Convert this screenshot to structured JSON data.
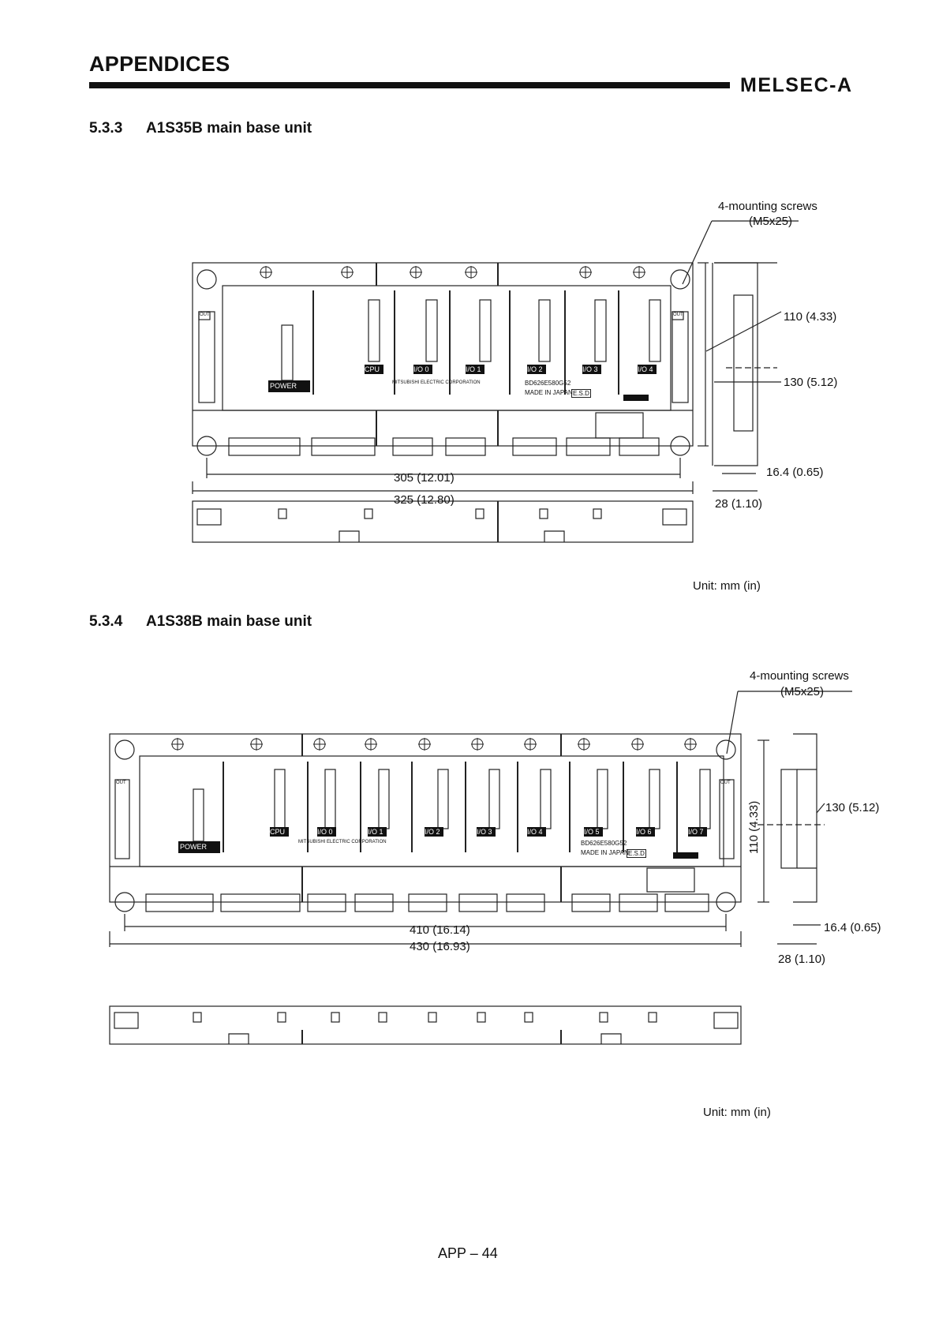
{
  "header": {
    "title": "APPENDICES",
    "brand": "MELSEC-A"
  },
  "sections": [
    {
      "number": "5.3.3",
      "title": "A1S35B main base unit",
      "callout_line1": "4-mounting screws",
      "callout_line2": "(M5x25)",
      "dim_inner_width": "305 (12.01)",
      "dim_outer_width": "325 (12.80)",
      "dim_height_inner": "110 (4.33)",
      "dim_height_outer": "130 (5.12)",
      "dim_depth_small": "16.4 (0.65)",
      "dim_depth": "28 (1.10)",
      "unit": "Unit: mm (in)",
      "labels": {
        "power": "POWER",
        "cpu": "CPU",
        "io0": "I/O 0",
        "io1": "I/O 1",
        "io2": "I/O 2",
        "io3": "I/O 3",
        "io4": "I/O 4",
        "maker": "MITSUBISHI ELECTRIC CORPORATION",
        "part": "BD626E580G52",
        "made": "MADE IN JAPAN",
        "esd": "E.S.D",
        "out_left": "OUT",
        "out_right": "OUT"
      }
    },
    {
      "number": "5.3.4",
      "title": "A1S38B main base unit",
      "callout_line1": "4-mounting screws",
      "callout_line2": "(M5x25)",
      "dim_inner_width": "410 (16.14)",
      "dim_outer_width": "430 (16.93)",
      "dim_height_inner": "110 (4.33)",
      "dim_height_outer": "130 (5.12)",
      "dim_depth_small": "16.4 (0.65)",
      "dim_depth": "28 (1.10)",
      "unit": "Unit: mm (in)",
      "labels": {
        "power": "POWER",
        "cpu": "CPU",
        "io0": "I/O 0",
        "io1": "I/O 1",
        "io2": "I/O 2",
        "io3": "I/O 3",
        "io4": "I/O 4",
        "io5": "I/O 5",
        "io6": "I/O 6",
        "io7": "I/O 7",
        "maker": "MITSUBISHI ELECTRIC CORPORATION",
        "part": "BD626E580G52",
        "made": "MADE IN JAPAN",
        "esd": "E.S.D",
        "out_left": "OUT",
        "out_right": "OUT"
      }
    }
  ],
  "footer": {
    "page": "APP – 44"
  }
}
